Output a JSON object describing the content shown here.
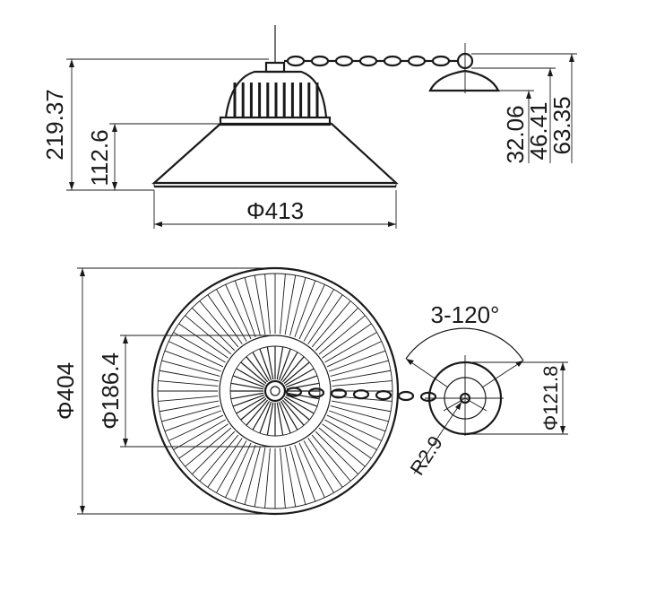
{
  "side_view": {
    "height_total": "219.37",
    "height_shade": "112.6",
    "diameter_shade": "Φ413",
    "mount_dim_1": "32.06",
    "mount_dim_2": "46.41",
    "mount_dim_3": "63.35"
  },
  "top_view": {
    "diameter_outer": "Φ404",
    "diameter_inner": "Φ186.4",
    "angle_label": "3-120°",
    "diameter_mount": "Φ121.8",
    "radius_label": "R2.9"
  },
  "colors": {
    "ink": "#1a1a1a",
    "background": "#ffffff"
  }
}
